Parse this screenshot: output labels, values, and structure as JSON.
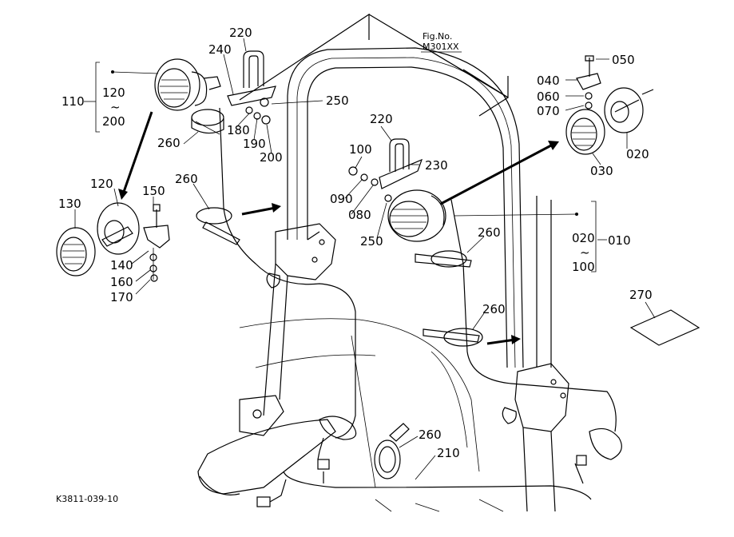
{
  "figure_no": {
    "label": "Fig.No.",
    "code": "M301XX"
  },
  "drawing_ref": "K3811-039-10",
  "callouts": {
    "p220a": "220",
    "p240": "240",
    "p250a": "250",
    "p180": "180",
    "p190": "190",
    "p200": "200",
    "p260a": "260",
    "p260b": "260",
    "p110": "110",
    "g110_top": "120",
    "g110_tilde": "~",
    "g110_bot": "200",
    "p120": "120",
    "p130": "130",
    "p150": "150",
    "p140": "140",
    "p160": "160",
    "p170": "170",
    "p220b": "220",
    "p100": "100",
    "p230": "230",
    "p090": "090",
    "p080": "080",
    "p250b": "250",
    "p260c": "260",
    "p260d": "260",
    "p260e": "260",
    "p210": "210",
    "p270": "270",
    "p050": "050",
    "p040": "040",
    "p060": "060",
    "p070": "070",
    "p020": "020",
    "p030": "030",
    "g010_top": "020",
    "g010_tilde": "~",
    "g010_bot": "100",
    "p010": "010"
  }
}
